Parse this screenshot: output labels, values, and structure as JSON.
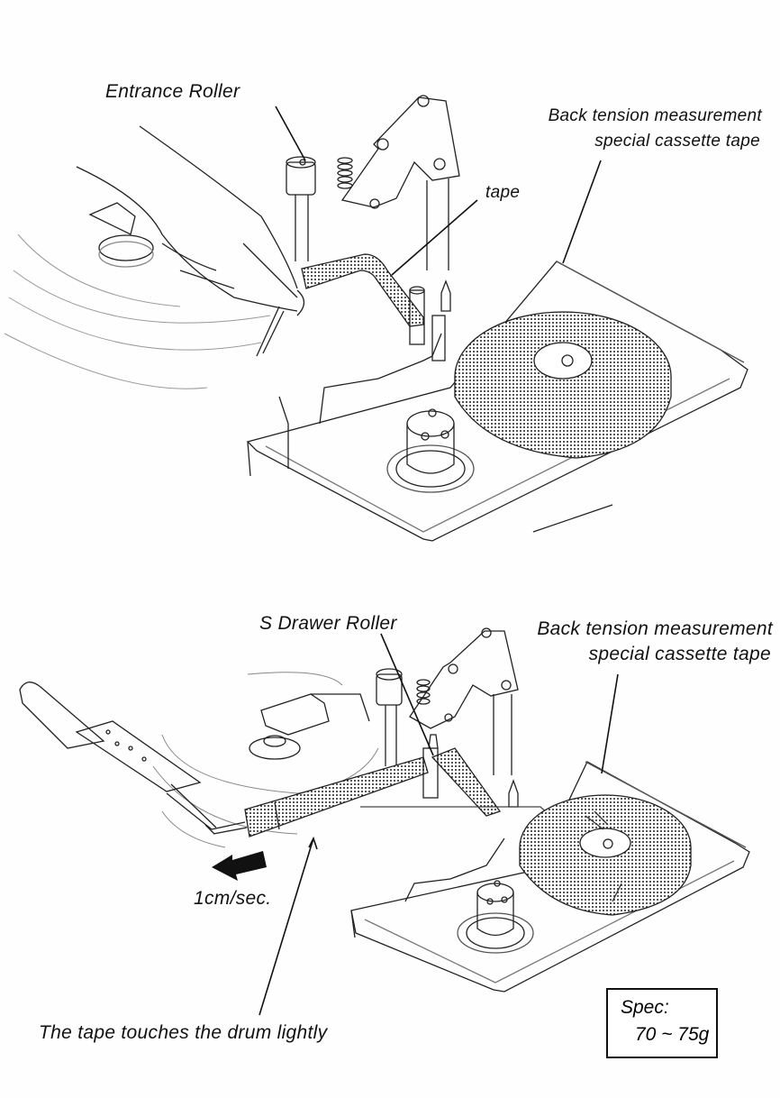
{
  "figure": {
    "type": "service-manual-illustration",
    "panels": [
      {
        "id": "top",
        "description": "Threading tape from the back tension measurement cassette around the entrance roller by hand",
        "labels": {
          "entrance_roller": "Entrance Roller",
          "cassette_line1": "Back tension measurement",
          "cassette_line2": "special cassette tape",
          "tape": "tape"
        }
      },
      {
        "id": "bottom",
        "description": "Pulling tape with a tension gauge past the S drawer roller",
        "labels": {
          "s_drawer_roller": "S Drawer Roller",
          "cassette_line1": "Back tension measurement",
          "cassette_line2": "special cassette tape",
          "speed": "1cm/sec.",
          "note": "The tape touches the drum lightly"
        },
        "arrow": {
          "icon": "pull-direction-arrow-icon",
          "direction": "left"
        }
      }
    ],
    "spec": {
      "title": "Spec:",
      "value": "70 ~ 75g"
    }
  },
  "colors": {
    "ink": "#111111",
    "paper": "#fefefe",
    "tape_fill": "#b8b8b8"
  }
}
